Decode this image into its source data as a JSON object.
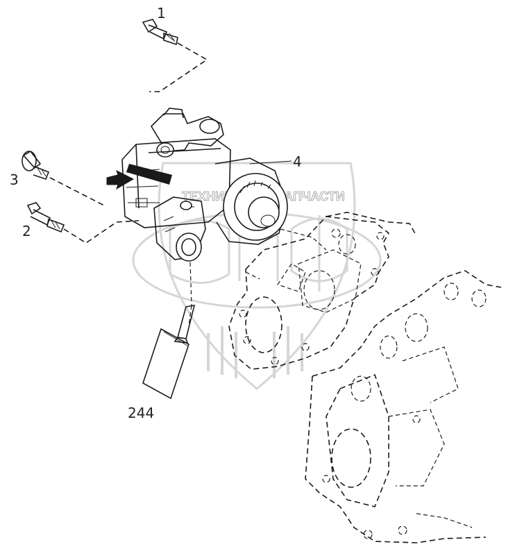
{
  "diagram": {
    "callouts": {
      "part_1": "1",
      "part_2": "2",
      "part_3": "3",
      "part_4": "4",
      "part_244": "244"
    },
    "watermark": {
      "line_left": "ТЕХНИКА",
      "line_right": "ЗАПЧАСТИ"
    }
  },
  "colors": {
    "line": "#1a1a1a",
    "watermark_stroke": "#9a9a9a",
    "background": "#ffffff"
  }
}
